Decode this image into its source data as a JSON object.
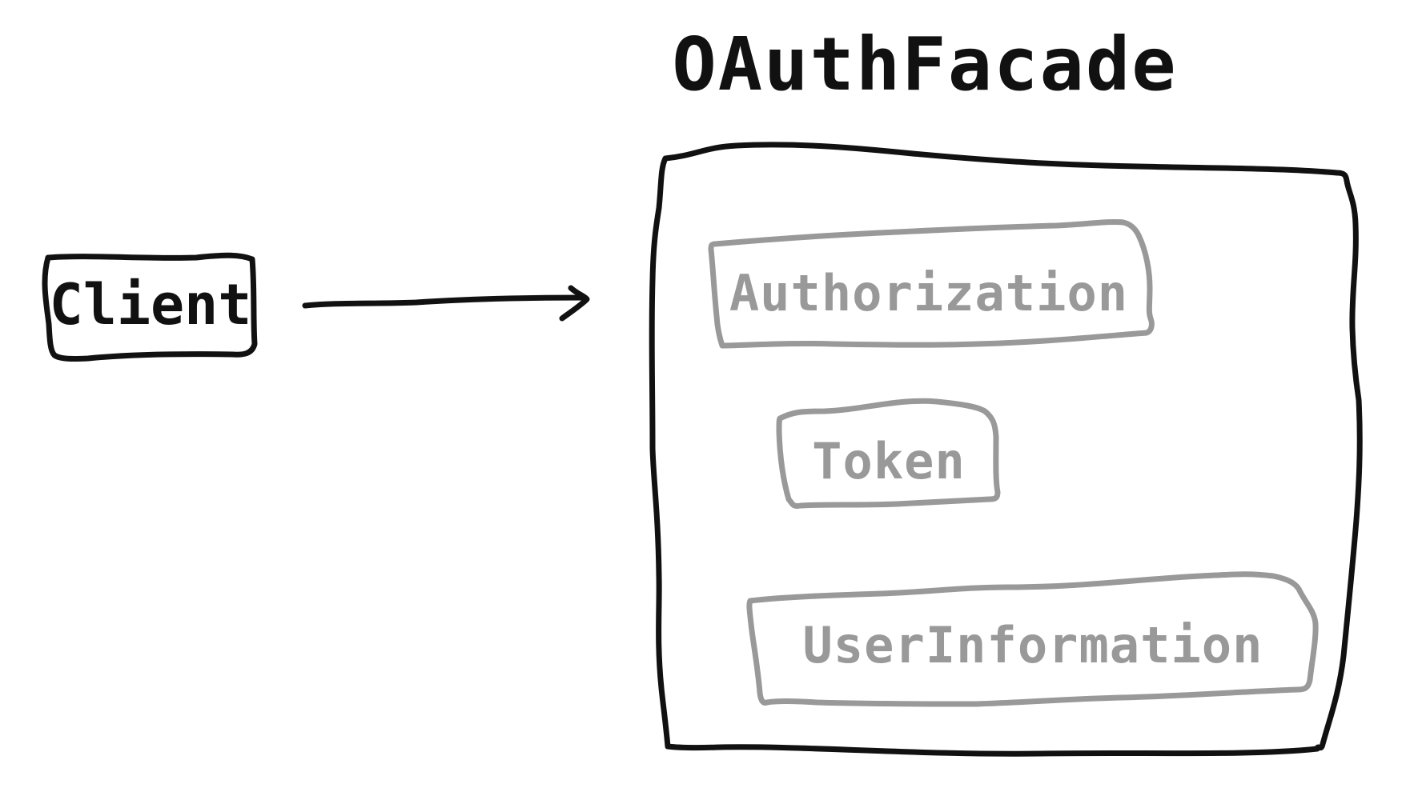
{
  "diagram": {
    "title": "OAuthFacade",
    "client": {
      "label": "Client"
    },
    "facade": {
      "components": [
        {
          "label": "Authorization"
        },
        {
          "label": "Token"
        },
        {
          "label": "UserInformation"
        }
      ]
    }
  },
  "colors": {
    "primary_stroke": "#111111",
    "secondary_stroke": "#999999",
    "background": "#ffffff"
  }
}
